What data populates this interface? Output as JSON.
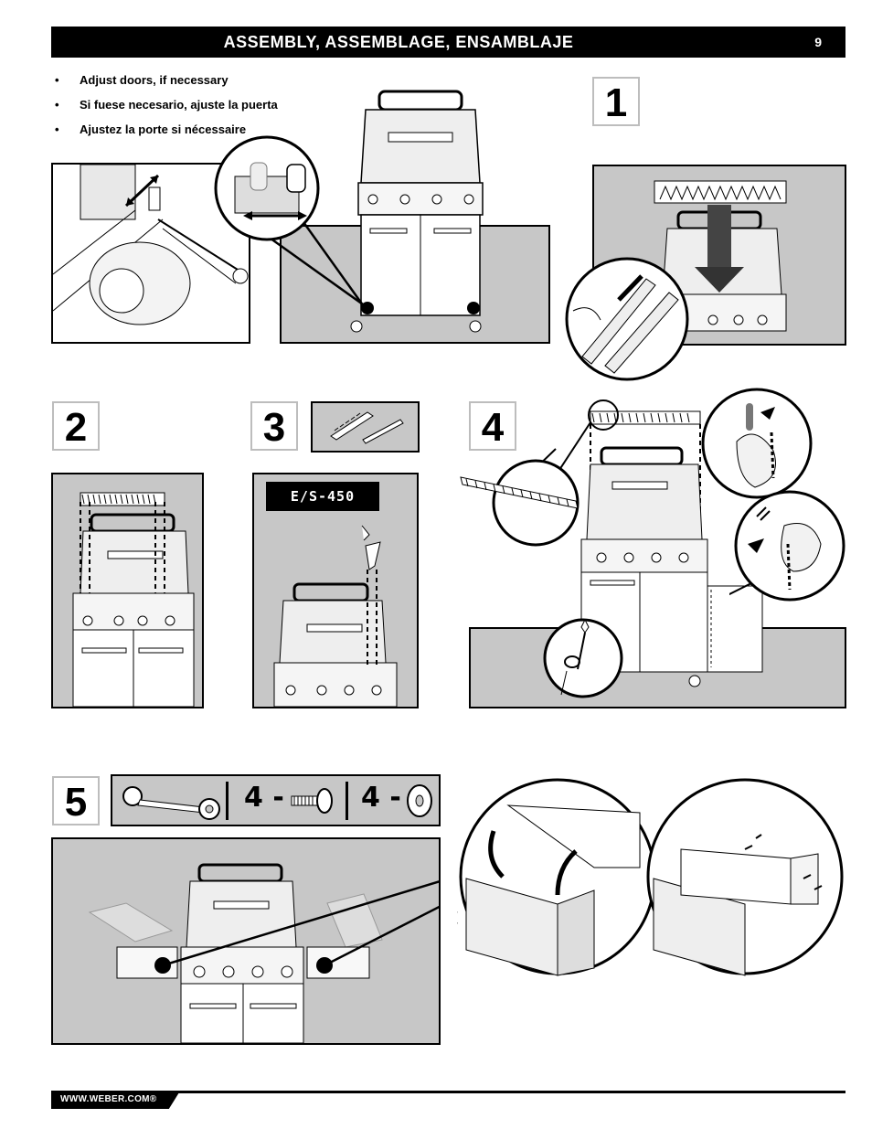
{
  "header": {
    "title": "ASSEMBLY, ASSEMBLAGE, ENSAMBLAJE",
    "page_number": "9"
  },
  "instructions": [
    "Adjust doors, if necessary",
    "Si fuese necesario, ajuste la puerta",
    "Ajustez la porte si nécessaire"
  ],
  "steps": {
    "s1": "1",
    "s2": "2",
    "s3": "3",
    "s4": "4",
    "s5": "5"
  },
  "model_label": "E/S-450",
  "hardware": {
    "bolt_qty": "4 -",
    "washer_qty": "4 -"
  },
  "footer": {
    "url": "WWW.WEBER.COM®"
  }
}
